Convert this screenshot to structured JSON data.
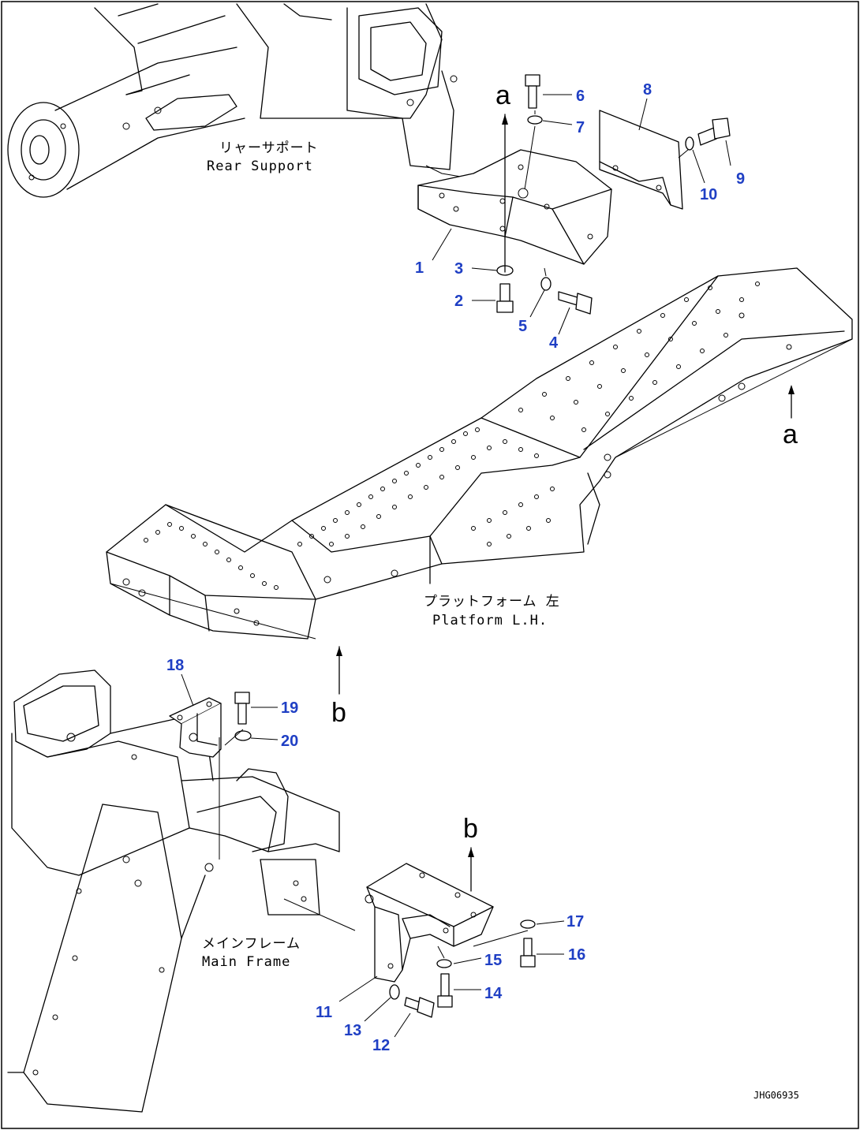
{
  "labels": {
    "rear_support_jp": "リャーサポート",
    "rear_support_en": "Rear Support",
    "platform_jp": "プラットフォーム 左",
    "platform_en": "Platform L.H.",
    "main_frame_jp": "メインフレーム",
    "main_frame_en": "Main Frame"
  },
  "refs": {
    "a": "a",
    "b": "b"
  },
  "drawing_code": "JHG06935",
  "callouts": [
    "1",
    "2",
    "3",
    "4",
    "5",
    "6",
    "7",
    "8",
    "9",
    "10",
    "11",
    "12",
    "13",
    "14",
    "15",
    "16",
    "17",
    "18",
    "19",
    "20"
  ],
  "colors": {
    "callout": "#1f3fc4",
    "line": "#000000"
  }
}
